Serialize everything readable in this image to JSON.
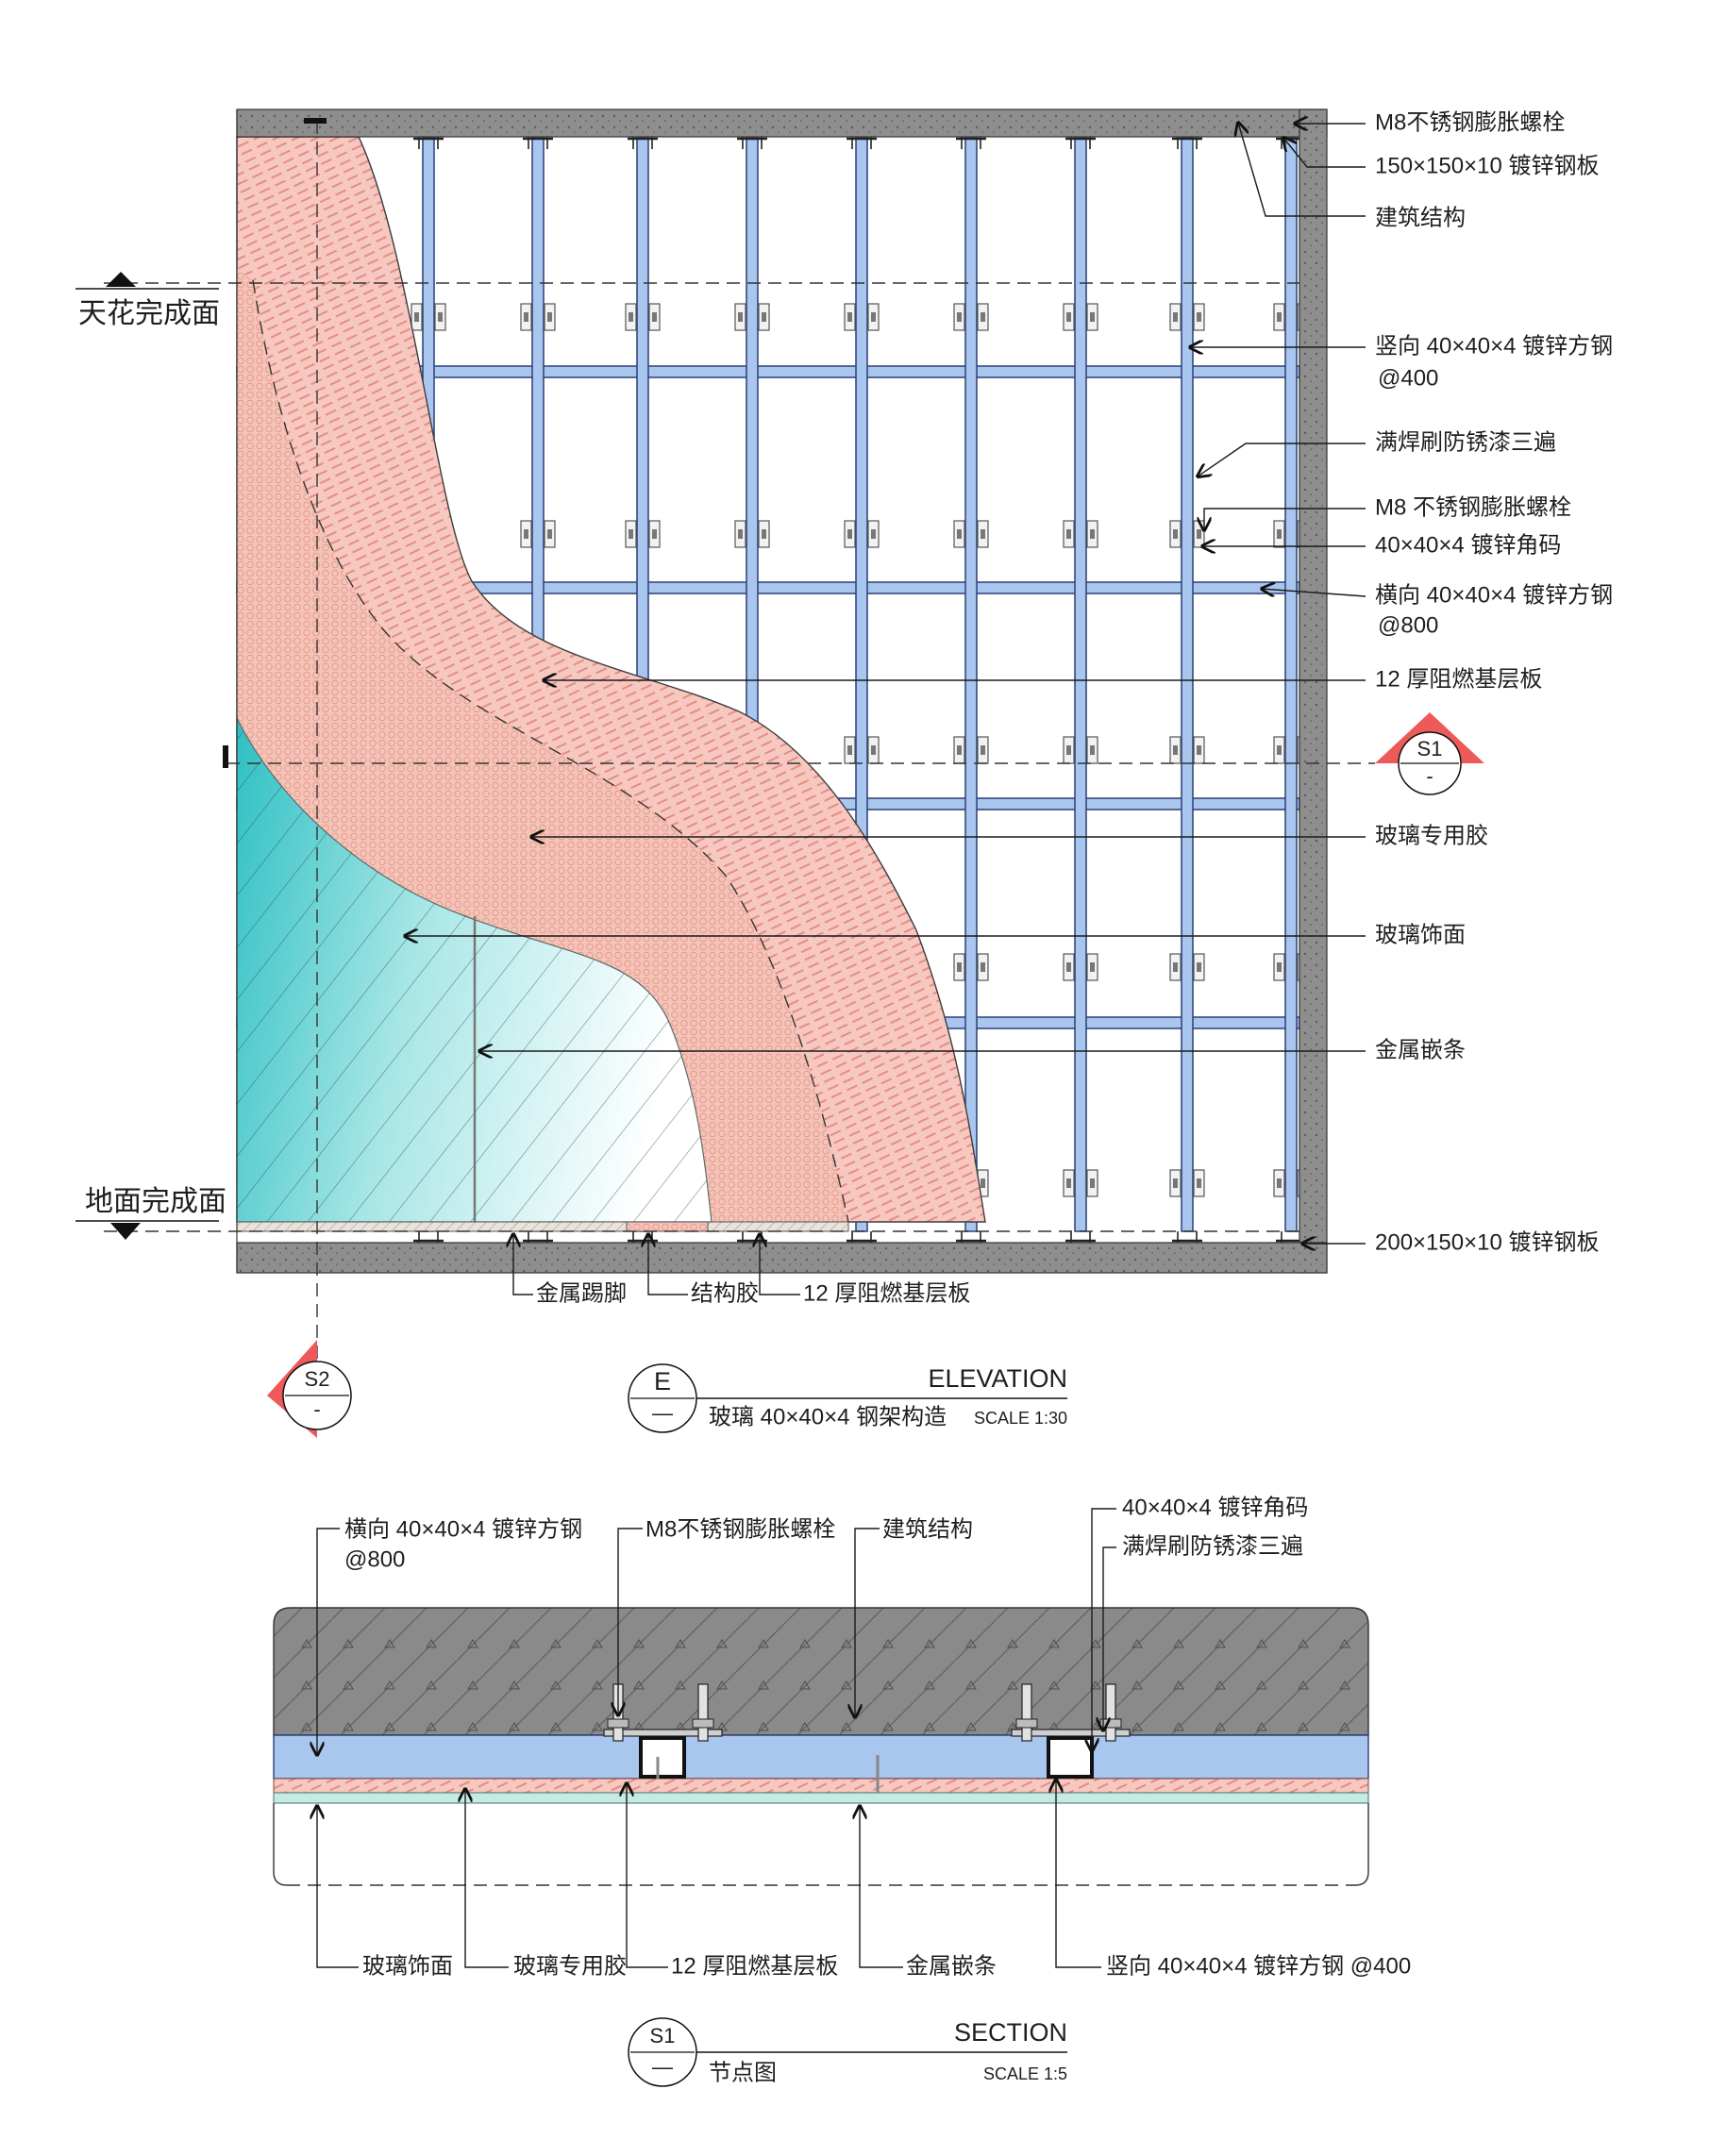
{
  "elevation": {
    "ceiling_level": "天花完成面",
    "floor_level": "地面完成面",
    "labels": {
      "m8_bolt_top": "M8不锈钢膨胀螺栓",
      "plate_150": "150×150×10 镀锌钢板",
      "structure": "建筑结构",
      "vertical_tube": "竖向 40×40×4 镀锌方钢",
      "vertical_spacing": "@400",
      "weld_paint": "满焊刷防锈漆三遍",
      "m8_bolt": "M8 不锈钢膨胀螺栓",
      "angle_bracket": "40×40×4 镀锌角码",
      "horizontal_tube": "横向 40×40×4 镀锌方钢",
      "horizontal_spacing": "@800",
      "base_board": "12 厚阻燃基层板",
      "glass_glue": "玻璃专用胶",
      "glass_finish": "玻璃饰面",
      "metal_strip": "金属嵌条",
      "plate_200": "200×150×10 镀锌钢板",
      "metal_skirting": "金属踢脚",
      "structural_glue": "结构胶",
      "base_board_bottom": "12 厚阻燃基层板"
    },
    "marker_s1": {
      "code": "S1",
      "sub": "-"
    },
    "marker_s2": {
      "code": "S2",
      "sub": "-"
    },
    "title": {
      "code": "E",
      "sub": "—",
      "name_en": "ELEVATION",
      "name_cn": "玻璃 40×40×4 钢架构造",
      "scale": "SCALE 1:30"
    }
  },
  "section": {
    "labels": {
      "horizontal_tube": "横向 40×40×4 镀锌方钢",
      "horizontal_spacing": "@800",
      "m8_bolt": "M8不锈钢膨胀螺栓",
      "structure": "建筑结构",
      "angle_bracket": "40×40×4 镀锌角码",
      "weld_paint": "满焊刷防锈漆三遍",
      "glass_finish": "玻璃饰面",
      "glass_glue": "玻璃专用胶",
      "base_board": "12 厚阻燃基层板",
      "metal_strip": "金属嵌条",
      "vertical_tube": "竖向 40×40×4 镀锌方钢 @400"
    },
    "title": {
      "code": "S1",
      "sub": "—",
      "name_en": "SECTION",
      "name_cn": "节点图",
      "scale": "SCALE 1:5"
    }
  },
  "colors": {
    "steel_tube": "#a8c6ee",
    "steel_outline": "#2c3e75",
    "base_board_pink": "#f6c4bc",
    "glass_cyan": "#36c3c6",
    "concrete": "#8c8c8c",
    "section_marker_red": "#ee5a5a"
  }
}
